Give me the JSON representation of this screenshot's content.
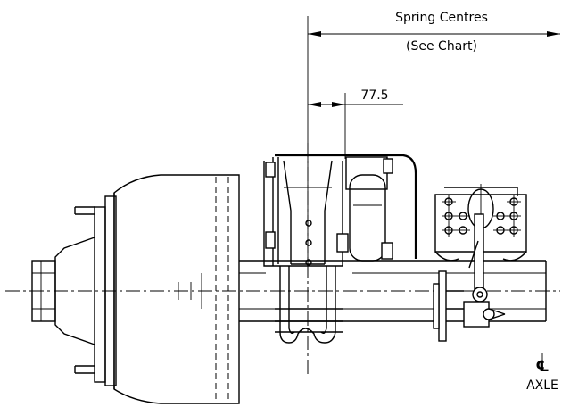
{
  "dimensions": {
    "spring_centres_label": "Spring Centres",
    "see_chart_label": "(See Chart)",
    "offset_value": "77.5"
  },
  "axle_marker": {
    "symbol": "℄",
    "label": "AXLE"
  }
}
